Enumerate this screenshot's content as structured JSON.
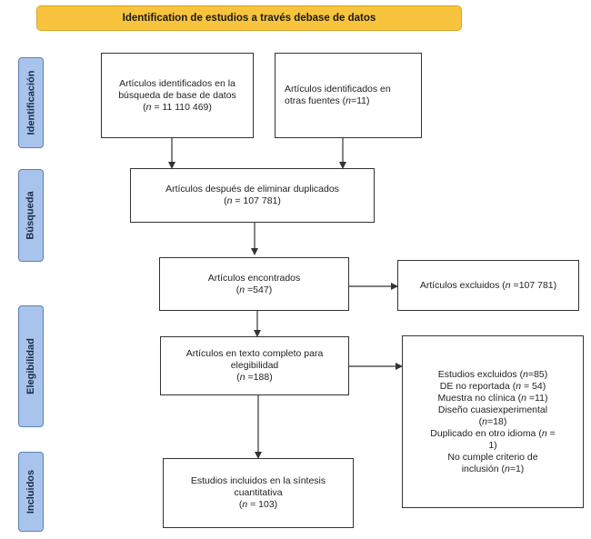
{
  "header": {
    "title": "Identification de estudios a través debase de datos"
  },
  "stages": [
    {
      "label": "Identificación"
    },
    {
      "label": "Búsqueda"
    },
    {
      "label": "Elegibilidad"
    },
    {
      "label": "Incluidos"
    }
  ],
  "boxes": {
    "db_identified": {
      "lines": [
        "Artículos identificados en la",
        "búsqueda de base de datos"
      ],
      "count_prefix": "n",
      "count_value": " = 11 110 469)"
    },
    "other_sources": {
      "lines": [
        "Artículos identificados en",
        "otras fuentes ("
      ],
      "count_prefix": "n",
      "count_value": "=11)"
    },
    "after_duplicates": {
      "lines": [
        "Artículos después de eliminar duplicados"
      ],
      "count_prefix": "n",
      "count_value": " = 107 781)"
    },
    "found": {
      "lines": [
        "Artículos encontrados"
      ],
      "count_prefix": "n",
      "count_value": " =547)"
    },
    "excluded_articles": {
      "text": "Artículos excluidos (",
      "count_prefix": "n",
      "count_value": " =107 781)"
    },
    "full_text": {
      "lines": [
        "Artículos en texto completo para",
        "elegibilidad"
      ],
      "count_prefix": "n",
      "count_value": " =188)"
    },
    "excluded_studies": {
      "heading_a": "Estudios excluidos (",
      "heading_b": "=85)",
      "l1a": "DE no reportada (",
      "l1b": " = 54)",
      "l2a": "Muestra no clínica (",
      "l2b": " =11)",
      "l3": "Diseño cuasiexperimental",
      "l4b": "=18)",
      "l5a": "Duplicado en otro idioma (",
      "l5b": " =",
      "l6": "1)",
      "l7": "No cumple criterio de",
      "l8a": "inclusión (",
      "l8b": "=1)",
      "n": "n"
    },
    "included": {
      "lines": [
        "Estudios incluidos en la síntesis",
        "cuantitativa"
      ],
      "count_prefix": "n",
      "count_value": " = 103)"
    }
  }
}
